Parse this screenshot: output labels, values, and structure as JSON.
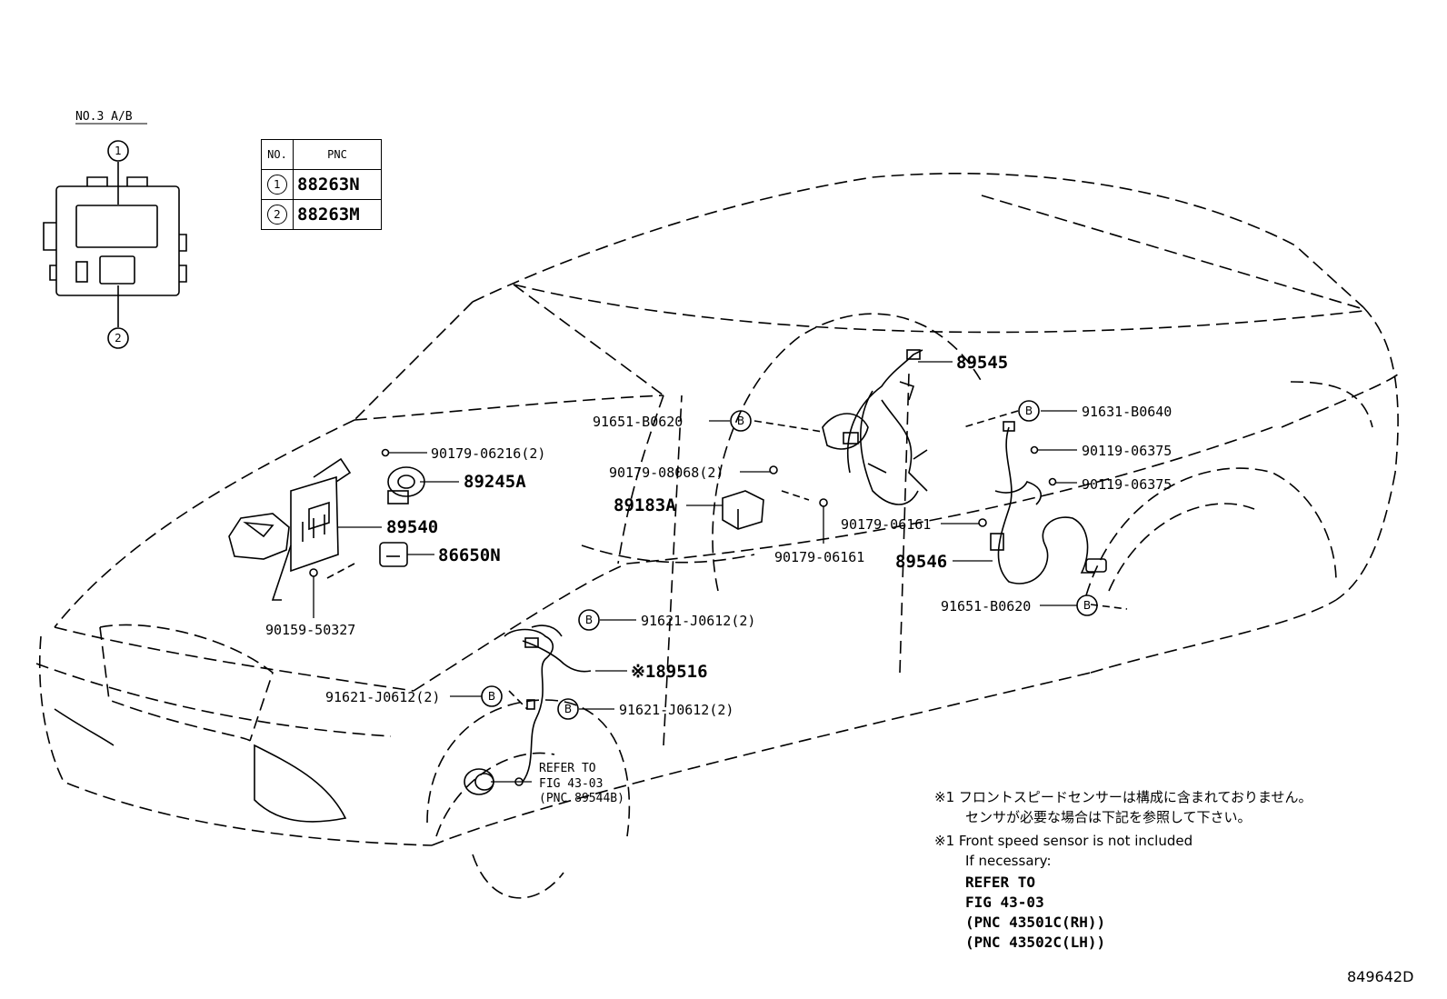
{
  "junction_block": {
    "title": "NO.3 A/B",
    "callouts": [
      "1",
      "2"
    ]
  },
  "pnc_table": {
    "header_no": "NO.",
    "header_pnc": "PNC",
    "rows": [
      {
        "no": "1",
        "pnc": "88263N"
      },
      {
        "no": "2",
        "pnc": "88263M"
      }
    ]
  },
  "labels": {
    "p89545": "89545",
    "p91651_top": "91651-B0620",
    "p91631": "91631-B0640",
    "p90119_a": "90119-06375",
    "p90119_b": "90119-06375",
    "p90179_06216": "90179-06216(2)",
    "p89245a": "89245A",
    "p90179_08068": "90179-08068(2)",
    "p89183a": "89183A",
    "p90179_06161_r": "90179-06161",
    "p90179_06161_c": "90179-06161",
    "p89540": "89540",
    "p86650n": "86650N",
    "p89546": "89546",
    "p90159": "90159-50327",
    "p91651_bot": "91651-B0620",
    "p91621_a": "91621-J0612(2)",
    "p89516": "※189516",
    "p91621_b": "91621-J0612(2)",
    "p91621_c": "91621-J0612(2)",
    "refer_1": "REFER TO",
    "refer_2": "FIG 43-03",
    "refer_3": "(PNC 89544B)",
    "bolt_letter": "B"
  },
  "notes": {
    "jp_line1": "※1 フロントスピードセンサーは構成に含まれておりません。",
    "jp_line2": "センサが必要な場合は下記を参照して下さい。",
    "en_line1": "※1 Front speed sensor is not included",
    "en_line2": "If necessary:",
    "ref_1": "REFER TO",
    "ref_2": "FIG 43-03",
    "ref_3": "(PNC 43501C(RH))",
    "ref_4": "(PNC 43502C(LH))"
  },
  "figure_id": "849642D"
}
